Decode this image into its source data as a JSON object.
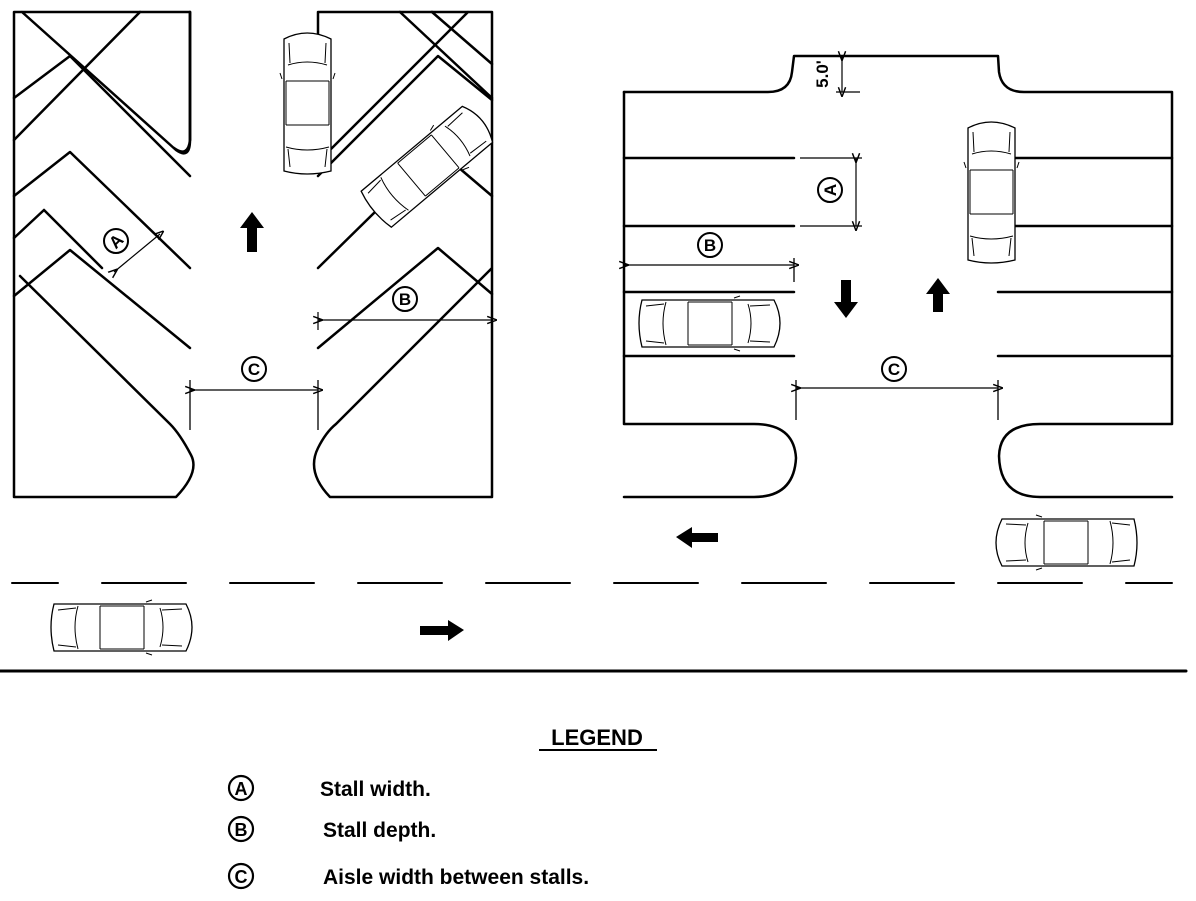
{
  "labels": {
    "a": "A",
    "b": "B",
    "c": "C",
    "setback": "5.0'"
  },
  "legend": {
    "title": "LEGEND",
    "items": [
      {
        "key": "A",
        "text": "Stall width."
      },
      {
        "key": "B",
        "text": "Stall depth."
      },
      {
        "key": "C",
        "text": "Aisle width between stalls."
      }
    ]
  },
  "colors": {
    "ink": "#000000",
    "background": "#ffffff"
  }
}
